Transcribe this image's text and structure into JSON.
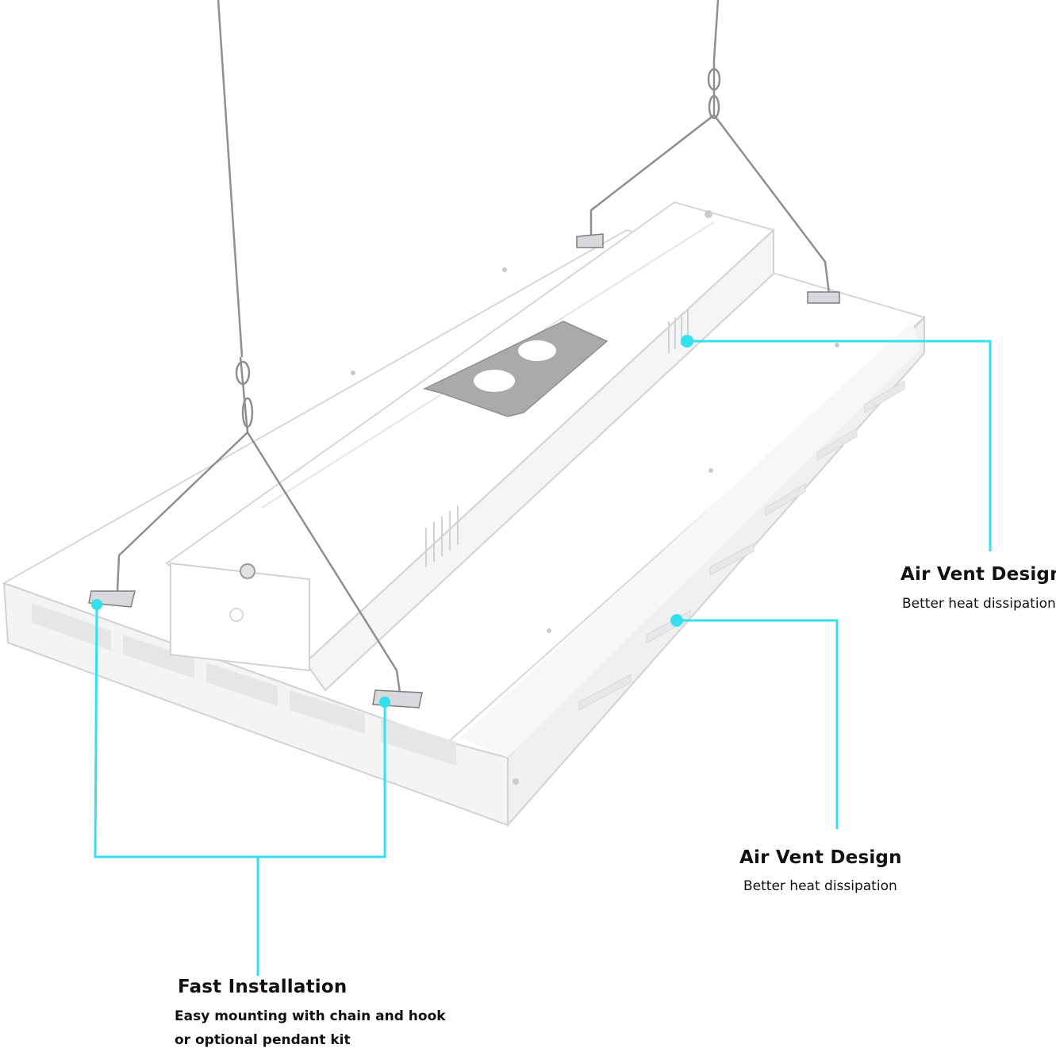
{
  "colors": {
    "callout": "#33e1ee",
    "fixture_white": "#ffffff",
    "fixture_edge": "#cfd3d6",
    "fixture_shadow": "#e6e8ea",
    "plate_gray": "#a9aaab",
    "wire": "#8e8f92"
  },
  "callouts": {
    "vent_top": {
      "title": "Air Vent Design",
      "desc": "Better heat dissipation"
    },
    "vent_side": {
      "title": "Air Vent Design",
      "desc": "Better heat dissipation"
    },
    "install": {
      "title": "Fast Installation",
      "line1": "Easy mounting with chain and hook",
      "line2": "or optional pendant kit"
    }
  }
}
